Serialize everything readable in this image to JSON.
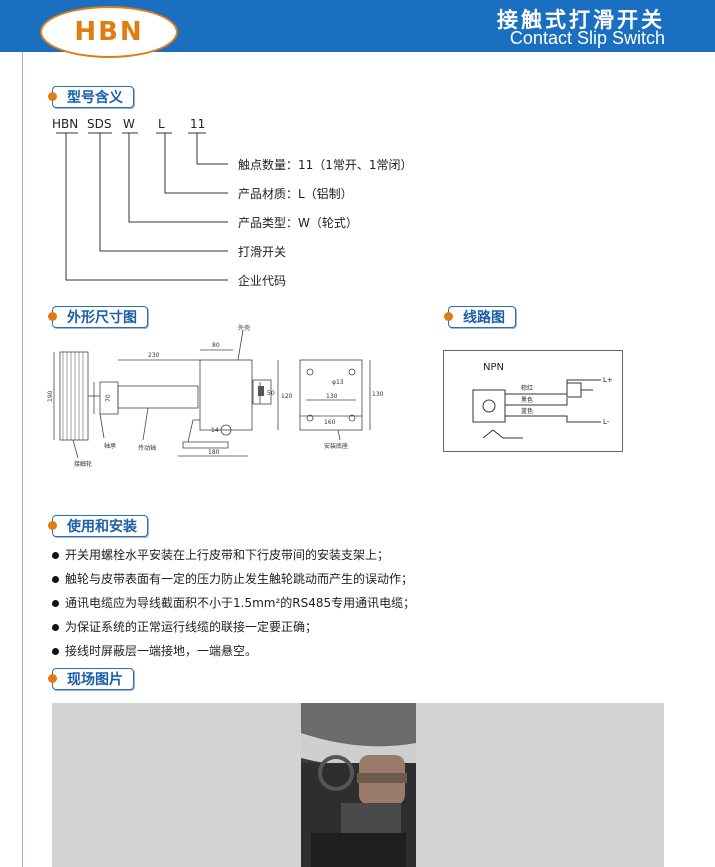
{
  "header": {
    "logo_text": "HBN",
    "title_cn": "接触式打滑开关",
    "title_en": "Contact Slip Switch"
  },
  "sections": {
    "model": "型号含义",
    "dimensions": "外形尺寸图",
    "wiring": "线路图",
    "usage": "使用和安装",
    "photos": "现场图片"
  },
  "model_code": {
    "parts": [
      "HBN",
      "SDS",
      "W",
      "L",
      "11"
    ],
    "meanings": [
      "触点数量：11（1常开、1常闭）",
      "产品材质：L（铝制）",
      "产品类型：W（轮式）",
      "打滑开关",
      "企业代码"
    ]
  },
  "dimension_drawing": {
    "labels": {
      "d230": "230",
      "d80": "80",
      "d190": "190",
      "d70": "70",
      "d50": "50",
      "d120": "120",
      "d180": "180",
      "d14": "14",
      "d130": "130",
      "d160": "160",
      "d130v": "130",
      "bore": "φ13",
      "mount": "安装底座",
      "shell": "外壳",
      "wheel": "接触轮",
      "bearing": "轴承",
      "shaft": "传动轴"
    }
  },
  "wiring": {
    "type": "NPN",
    "wires": [
      "棕红",
      "黑色",
      "蓝色"
    ],
    "terminals": [
      "L+",
      "L-"
    ]
  },
  "usage_items": [
    "开关用螺栓水平安装在上行皮带和下行皮带间的安装支架上；",
    "触轮与皮带表面有一定的压力防止发生触轮跳动而产生的误动作；",
    "通讯电缆应为导线截面积不小于1.5mm²的RS485专用通讯电缆；",
    "为保证系统的正常运行线缆的联接一定要正确；",
    "接线时屏蔽层一端接地，一端悬空。"
  ],
  "colors": {
    "header_bg": "#1a6fc0",
    "accent": "#e07d10",
    "section_border": "#2a6fb8"
  }
}
